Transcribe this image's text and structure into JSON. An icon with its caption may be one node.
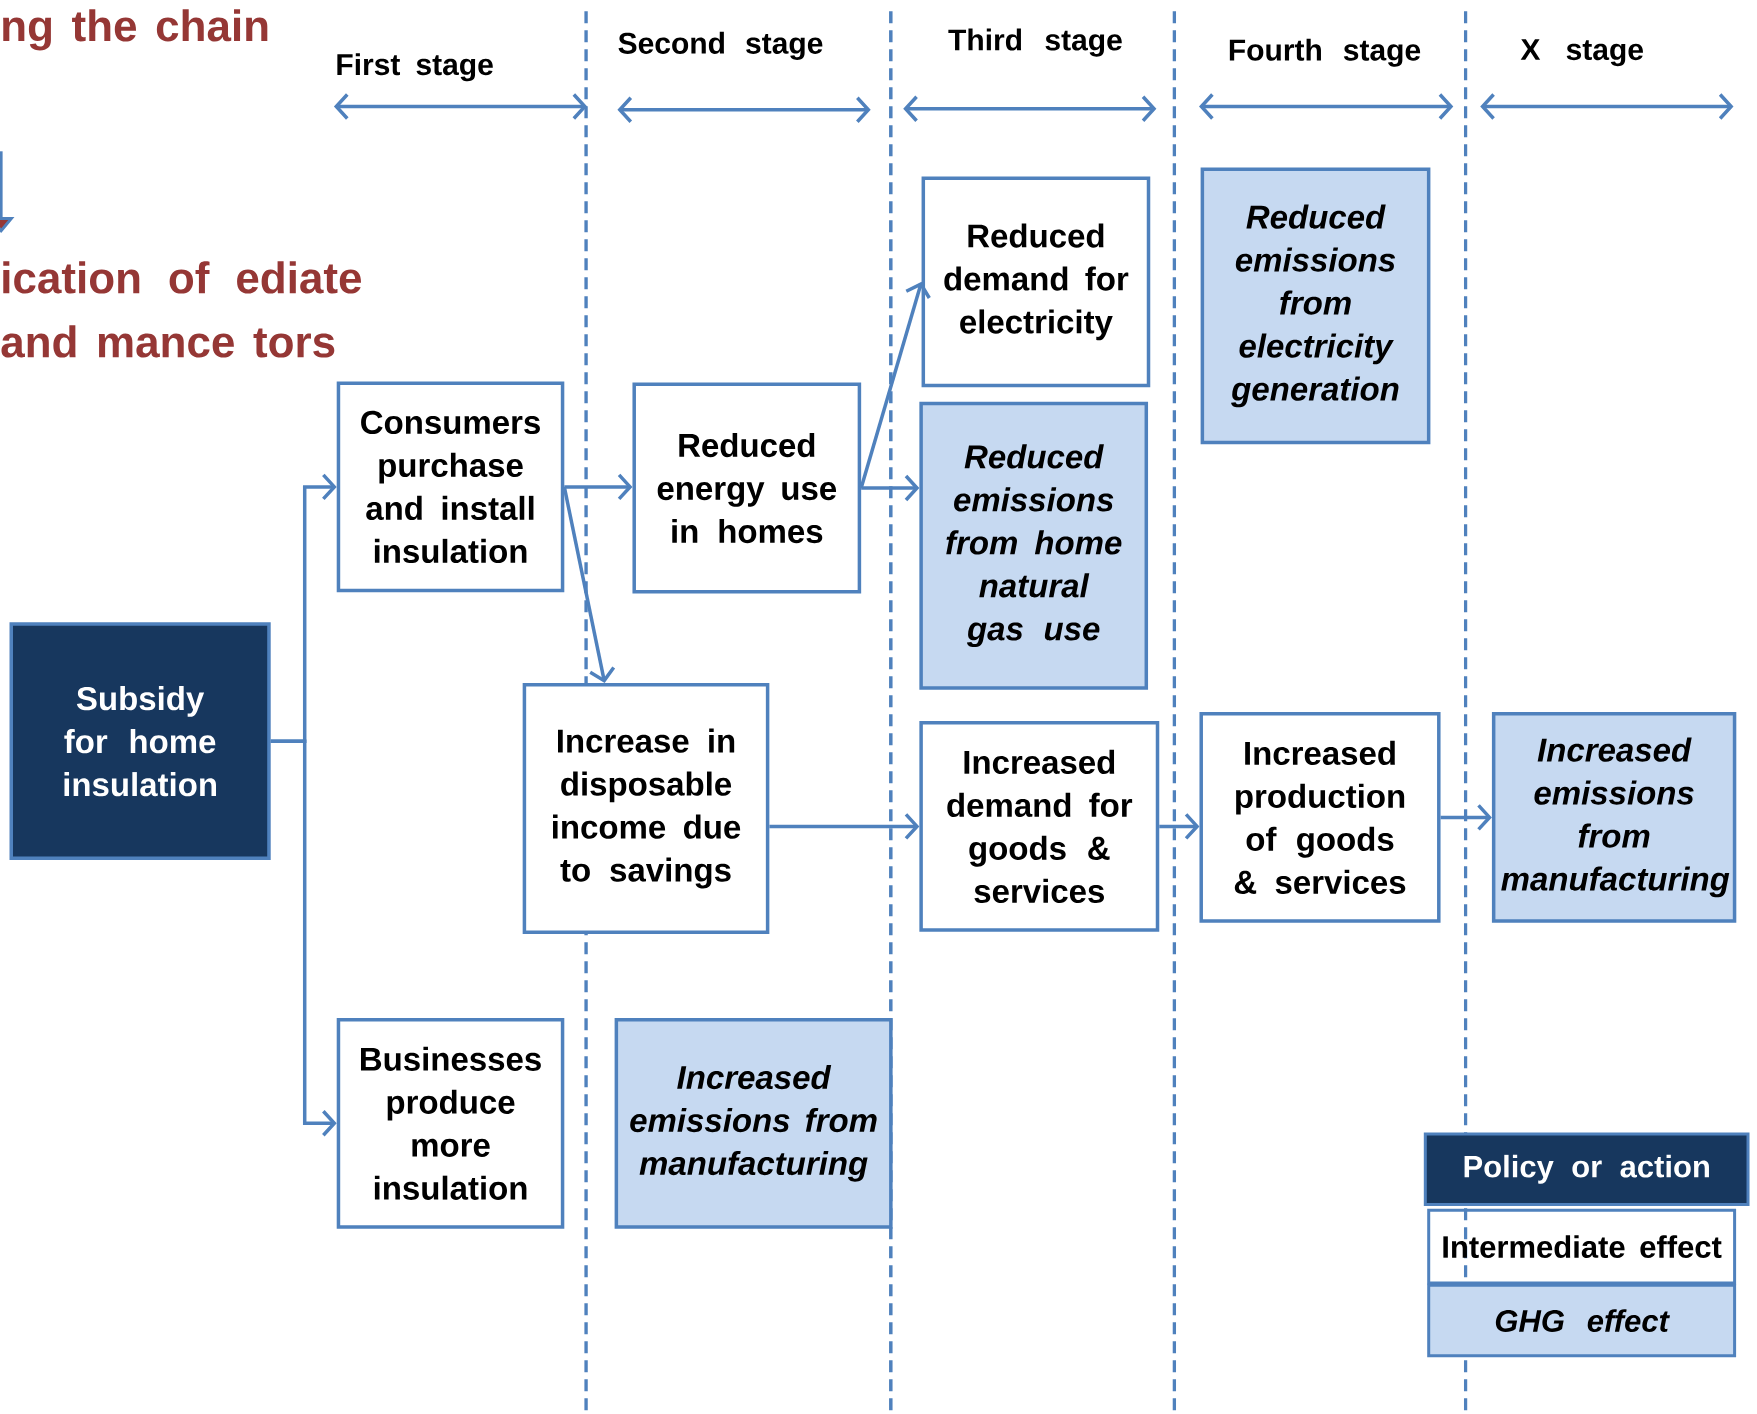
{
  "diagram": {
    "nodes": [
      {
        "text": [
          "Subsidy for home insulation"
        ]
      },
      {
        "text": [
          "Consumers purchase and install insulation"
        ]
      },
      {
        "text": [
          "Businesses produce more insulation"
        ]
      },
      {
        "text": [
          "Reduced energy use in homes"
        ]
      },
      {
        "text": [
          "Increase in disposable income due to savings"
        ]
      },
      {
        "text": [
          "Increased emissions from manufacturing"
        ]
      },
      {
        "text": [
          "Reduced demand for electricity"
        ]
      },
      {
        "text": [
          "Reduced emissions from home natural gas use"
        ]
      },
      {
        "text": [
          "Increased demand for goods & services"
        ]
      },
      {
        "text": [
          "Reduced emissions from electricity generation"
        ]
      },
      {
        "text": [
          "Increased production of goods & services"
        ]
      },
      {
        "text": [
          "Increased emissions from manufacturing"
        ]
      }
    ],
    "edges": [
      {
        "from": 0,
        "to": 1,
        "arrow": "to"
      },
      {
        "from": 0,
        "to": 2,
        "arrow": "to"
      },
      {
        "from": 1,
        "to": 3,
        "arrow": "to"
      },
      {
        "from": 1,
        "to": 4,
        "arrow": "to"
      },
      {
        "from": 3,
        "to": 6,
        "arrow": "to"
      },
      {
        "from": 3,
        "to": 7,
        "arrow": "to"
      },
      {
        "from": 4,
        "to": 8,
        "arrow": "to"
      },
      {
        "from": 8,
        "to": 10,
        "arrow": "to"
      },
      {
        "from": 10,
        "to": 11,
        "arrow": "to"
      }
    ],
    "labels": [
      "ng the chain",
      "First stage",
      "Second stage",
      "Third stage",
      "Fourth stage",
      "X stage",
      "ication of ediate and mance tors"
    ],
    "legend": [
      {
        "text": "Policy or action",
        "color": "#17375e"
      },
      {
        "text": "Intermediate effect"
      },
      {
        "text": "GHG effect",
        "color": "#c6d9f1"
      }
    ]
  }
}
